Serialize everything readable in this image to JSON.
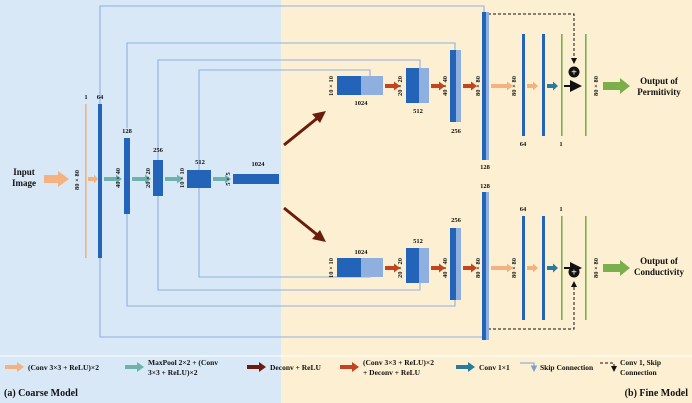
{
  "panel_left_caption": "(a) Coarse Model",
  "panel_right_caption": "(b) Fine Model",
  "input": {
    "line1": "Input",
    "line2": "Image"
  },
  "input_dim": "80 × 80",
  "encoder": {
    "ch1": "1",
    "ch64": "64",
    "ch128": "128",
    "dim40": "40 × 40",
    "ch256": "256",
    "dim20": "20 × 20",
    "ch512": "512",
    "dim10": "10 × 10",
    "ch1024": "1024",
    "dim5": "5 × 5"
  },
  "top_branch": {
    "c1024": "1024",
    "d10": "10 × 10",
    "c512": "512",
    "d20": "20 × 20",
    "c256": "256",
    "d40": "40 × 40",
    "c128": "128",
    "d80": "80 × 80",
    "c64": "64",
    "d80b": "80 × 80",
    "c1": "1",
    "d80c": "80 × 80",
    "output_line1": "Output of",
    "output_line2": "Permitivity"
  },
  "bottom_branch": {
    "c1024": "1024",
    "d10": "10 × 10",
    "c512": "512",
    "d20": "20 × 20",
    "c256": "256",
    "d40": "40 × 40",
    "c128": "128",
    "d80": "80 × 80",
    "c64": "64",
    "d80b": "80 × 80",
    "c1": "1",
    "d80c": "80 × 80",
    "output_line1": "Output of",
    "output_line2": "Conductivity"
  },
  "plus_symbol": "+",
  "legend": {
    "conv_relu": "(Conv 3×3 + ReLU)×2",
    "maxpool_l1": "MaxPool 2×2 + (Conv",
    "maxpool_l2": "3×3 + ReLU)×2",
    "deconv": "Deconv + ReLU",
    "conv_deconv_l1": "(Conv 3×3 + ReLU)×2",
    "conv_deconv_l2": "+ Deconv + ReLU",
    "conv1x1": "Conv 1×1",
    "skip": "Skip Connection",
    "conv1skip_l1": "Conv 1, Skip",
    "conv1skip_l2": "Connection"
  },
  "colors": {
    "coarse_bg": "#d9e8f7",
    "fine_bg": "#fdf0d2",
    "block_dark": "#2364b8",
    "block_light": "#8fb0df",
    "arrow_orange": "#f3b27f",
    "arrow_teal": "#6db3ac",
    "arrow_maroon": "#6a1d0e",
    "arrow_red": "#c2451f",
    "arrow_blue": "#2a7a9b",
    "arrow_green": "#7aaf4c",
    "skip_line": "#8fb0df"
  }
}
